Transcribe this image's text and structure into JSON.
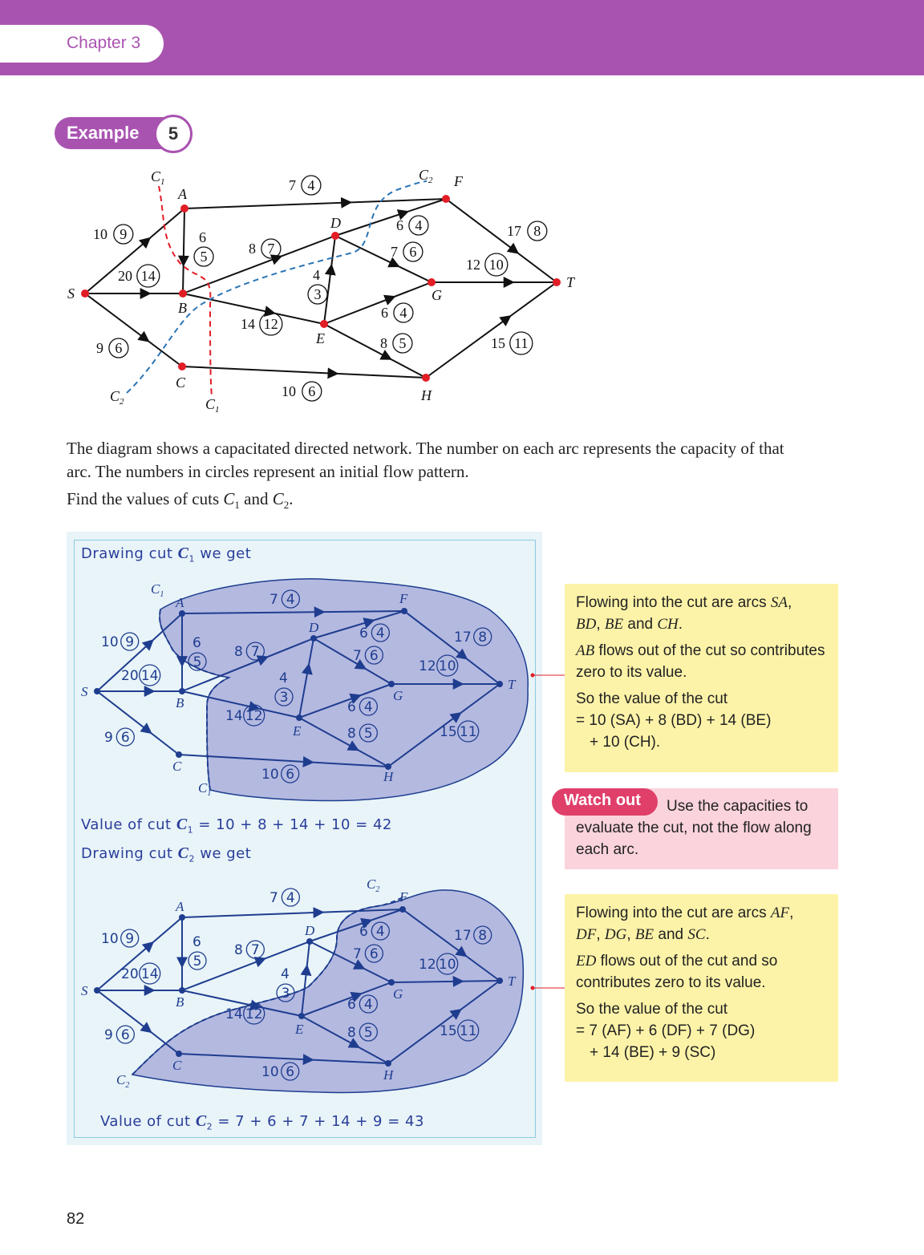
{
  "header": {
    "chapter": "Chapter 3"
  },
  "example": {
    "label": "Example",
    "number": "5"
  },
  "network": {
    "nodes": [
      "S",
      "A",
      "B",
      "C",
      "D",
      "E",
      "F",
      "G",
      "H",
      "T"
    ],
    "arcs": [
      {
        "from": "S",
        "to": "A",
        "capacity": "10",
        "flow": "9"
      },
      {
        "from": "S",
        "to": "B",
        "capacity": "20",
        "flow": "14"
      },
      {
        "from": "S",
        "to": "C",
        "capacity": "9",
        "flow": "6"
      },
      {
        "from": "A",
        "to": "F",
        "capacity": "7",
        "flow": "4"
      },
      {
        "from": "A",
        "to": "B",
        "capacity": "6",
        "flow": "5"
      },
      {
        "from": "B",
        "to": "D",
        "capacity": "8",
        "flow": "7"
      },
      {
        "from": "B",
        "to": "E",
        "capacity": "14",
        "flow": "12"
      },
      {
        "from": "E",
        "to": "D",
        "capacity": "4",
        "flow": "3"
      },
      {
        "from": "D",
        "to": "F",
        "capacity": "6",
        "flow": "4"
      },
      {
        "from": "D",
        "to": "G",
        "capacity": "7",
        "flow": "6"
      },
      {
        "from": "E",
        "to": "G",
        "capacity": "6",
        "flow": "4"
      },
      {
        "from": "E",
        "to": "H",
        "capacity": "8",
        "flow": "5"
      },
      {
        "from": "F",
        "to": "T",
        "capacity": "17",
        "flow": "8"
      },
      {
        "from": "G",
        "to": "T",
        "capacity": "12",
        "flow": "10"
      },
      {
        "from": "H",
        "to": "T",
        "capacity": "15",
        "flow": "11"
      },
      {
        "from": "C",
        "to": "H",
        "capacity": "10",
        "flow": "6"
      }
    ],
    "cut_labels": {
      "c1_main": "C",
      "c1_sub": "1",
      "c2_main": "C",
      "c2_sub": "2"
    }
  },
  "prompt": {
    "line1": "The diagram shows a capacitated directed network. The number on each arc represents the capacity of that arc. The numbers in circles represent an initial flow pattern.",
    "line2_pre": "Find the values of cuts ",
    "cut1": "C",
    "sub1": "1",
    "and": " and ",
    "cut2": "C",
    "sub2": "2",
    "end": "."
  },
  "solution": {
    "cut1_heading_pre": "Drawing cut ",
    "cut1_heading_c": "C",
    "cut1_heading_sub": "1",
    "cut1_heading_post": " we get",
    "cut1_value_pre": "Value of cut ",
    "cut1_value_c": "C",
    "cut1_value_sub": "1",
    "cut1_value_post": " = 10 + 8 + 14 + 10 = 42",
    "cut2_heading_pre": "Drawing cut ",
    "cut2_heading_c": "C",
    "cut2_heading_sub": "2",
    "cut2_heading_post": " we get",
    "cut2_value_pre": "Value of cut ",
    "cut2_value_c": "C",
    "cut2_value_sub": "2",
    "cut2_value_post": " = 7 + 6 + 7 + 14 + 9 = 43"
  },
  "notes": {
    "note1": {
      "p1_pre": "Flowing into the cut are arcs ",
      "p1_arcs1": "SA",
      "p1_comma": ",",
      "p1_arcs2": "BD",
      "p1_sep": ", ",
      "p1_arcs3": "BE",
      "p1_and": " and ",
      "p1_arcs4": "CH",
      "p1_end": ".",
      "p2_arc": "AB",
      "p2_text": " flows out of the cut so contributes zero to its value.",
      "p3": "So the value of the cut",
      "p4": "= 10 (SA) + 8 (BD) + 14 (BE)",
      "p5": "+ 10 (CH)."
    },
    "note2": {
      "p1_pre": "Flowing into the cut are arcs ",
      "p1_arcs1": "AF",
      "p1_comma": ",",
      "p1_arcs2": "DF",
      "p1_sep1": ", ",
      "p1_arcs3": "DG",
      "p1_sep2": ", ",
      "p1_arcs4": "BE",
      "p1_and": " and ",
      "p1_arcs5": "SC",
      "p1_end": ".",
      "p2_arc": "ED",
      "p2_text": " flows out of the cut and so contributes zero to its value.",
      "p3": "So the value of the cut",
      "p4": "= 7 (AF) + 6 (DF) + 7 (DG)",
      "p5": "+ 14 (BE) + 9 (SC)"
    },
    "watch_out": {
      "label": "Watch out",
      "text": "Use the capacities to evaluate the cut, not the flow along each arc."
    }
  },
  "page": {
    "number": "82"
  },
  "colors": {
    "header": "#a953b1",
    "node_red": "#e21d26",
    "cut1": "#e21d26",
    "cut2": "#2a74b5",
    "shade": "#b4b9e0",
    "ink_blue": "#1f3d8f",
    "note_yellow": "#fdf3a8",
    "watch_pink": "#fbd3dc",
    "watch_badge": "#e03f6a"
  }
}
